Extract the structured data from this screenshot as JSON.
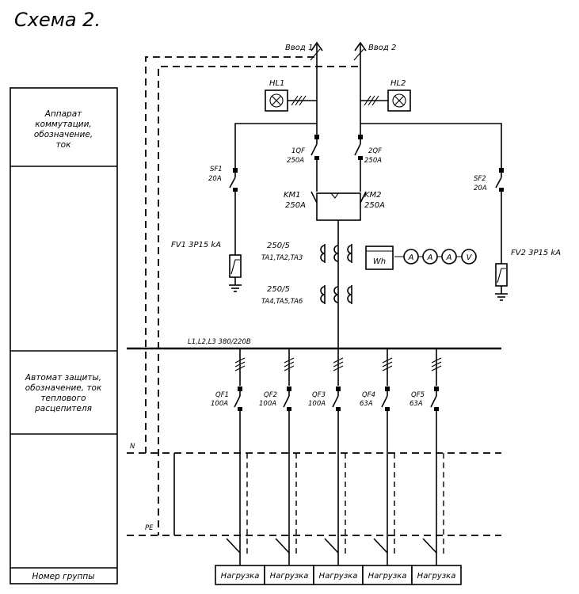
{
  "title": "Схема 2.",
  "inputs": [
    "Ввод 1",
    "Ввод 2"
  ],
  "lamps": [
    "HL1",
    "HL2"
  ],
  "breakers_main": [
    {
      "name": "1QF",
      "rating": "250A"
    },
    {
      "name": "2QF",
      "rating": "250A"
    }
  ],
  "contactors": [
    {
      "name": "KM1",
      "rating": "250A"
    },
    {
      "name": "KM2",
      "rating": "250A"
    }
  ],
  "aux_breakers": [
    {
      "name": "SF1",
      "rating": "20A"
    },
    {
      "name": "SF2",
      "rating": "20A"
    }
  ],
  "surge": [
    "FV1 3P15 kA",
    "FV2 3P15 kA"
  ],
  "ct_groups": [
    {
      "ratio": "250/5",
      "names": "TA1,TA2,TA3"
    },
    {
      "ratio": "250/5",
      "names": "TA4,TA5,TA6"
    }
  ],
  "meter": "Wh",
  "gauges": [
    "A",
    "A",
    "A",
    "V"
  ],
  "bus_label": "L1,L2,L3 380/220В",
  "neutral_label": "N",
  "pe_label": "PE",
  "feeders": [
    {
      "name": "QF1",
      "rating": "100A",
      "load": "Нагрузка"
    },
    {
      "name": "QF2",
      "rating": "100A",
      "load": "Нагрузка"
    },
    {
      "name": "QF3",
      "rating": "100A",
      "load": "Нагрузка"
    },
    {
      "name": "QF4",
      "rating": "63A",
      "load": "Нагрузка"
    },
    {
      "name": "QF5",
      "rating": "63A",
      "load": "Нагрузка"
    }
  ],
  "side_table": {
    "row1": [
      "Аппарат",
      "коммутации,",
      "обозначение,",
      "ток"
    ],
    "row2": [
      "Автомат защиты,",
      "обозначение, ток",
      "теплового",
      "расцепителя"
    ],
    "row3": "Номер группы"
  }
}
